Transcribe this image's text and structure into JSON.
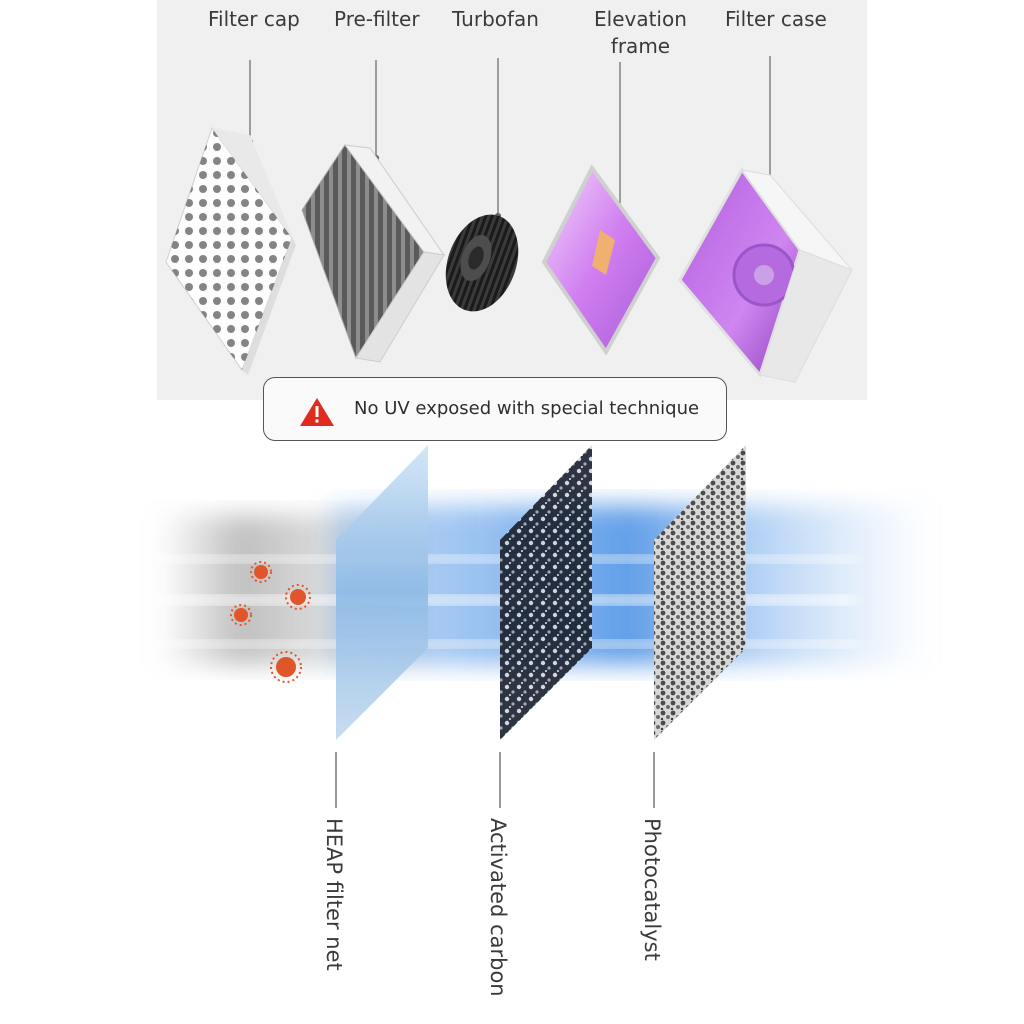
{
  "components": {
    "filter_cap": "Filter cap",
    "pre_filter": "Pre-filter",
    "turbofan": "Turbofan",
    "elevation_frame_line1": "Elevation",
    "elevation_frame_line2": "frame",
    "filter_case": "Filter case"
  },
  "notice": {
    "text": "No UV exposed with special technique",
    "icon": "warning-icon",
    "icon_color": "#e02b20"
  },
  "layers": {
    "heap": "HEAP filter net",
    "carbon": "Activated carbon",
    "photocatalyst": "Photocatalyst"
  },
  "colors": {
    "uv_purple": "#c86be6",
    "airflow_blue": "#2f7fe0",
    "germ_red": "#e0562a",
    "panel_bg": "#f0f0f0"
  }
}
